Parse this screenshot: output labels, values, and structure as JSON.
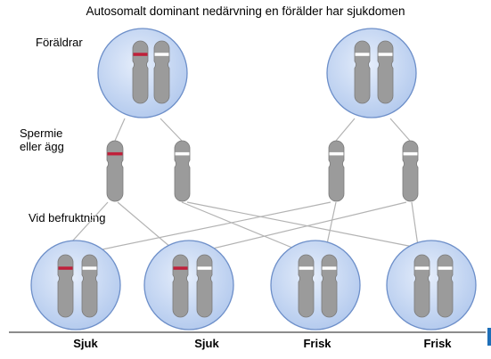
{
  "title": "Autosomalt dominant nedärvning en förälder har sjukdomen",
  "labels": {
    "parents": "Föräldrar",
    "gametes": "Spermie eller ägg",
    "fertilization": "Vid befruktning"
  },
  "offspring": [
    {
      "status": "Sjuk"
    },
    {
      "status": "Sjuk"
    },
    {
      "status": "Frisk"
    },
    {
      "status": "Frisk"
    }
  ],
  "colors": {
    "cell_fill": "#c5d7f2",
    "cell_stroke": "#6d8fc9",
    "chromosome": "#9b9b9b",
    "affected_band": "#c0203a",
    "normal_band": "#ffffff",
    "line": "#b3b3b3"
  }
}
